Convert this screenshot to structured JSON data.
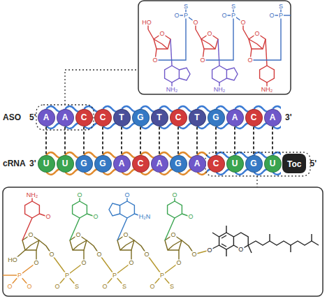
{
  "diagram": {
    "nodes": [
      {
        "text": [
          "A"
        ]
      },
      {
        "text": [
          "A"
        ]
      },
      {
        "text": [
          "C"
        ]
      },
      {
        "text": [
          "C"
        ]
      },
      {
        "text": [
          "T"
        ]
      },
      {
        "text": [
          "G"
        ]
      },
      {
        "text": [
          "T"
        ]
      },
      {
        "text": [
          "C"
        ]
      },
      {
        "text": [
          "T"
        ]
      },
      {
        "text": [
          "G"
        ]
      },
      {
        "text": [
          "A"
        ]
      },
      {
        "text": [
          "C"
        ]
      },
      {
        "text": [
          "A"
        ]
      },
      {
        "text": [
          "U"
        ]
      },
      {
        "text": [
          "U"
        ]
      },
      {
        "text": [
          "G"
        ]
      },
      {
        "text": [
          "G"
        ]
      },
      {
        "text": [
          "A"
        ]
      },
      {
        "text": [
          "C"
        ]
      },
      {
        "text": [
          "A"
        ]
      },
      {
        "text": [
          "G"
        ]
      },
      {
        "text": [
          "A"
        ]
      },
      {
        "text": [
          "C"
        ]
      },
      {
        "text": [
          "U"
        ]
      },
      {
        "text": [
          "G"
        ]
      },
      {
        "text": [
          "U"
        ]
      },
      {
        "text": [
          "Toc"
        ]
      }
    ],
    "edges": [
      {
        "from": 0,
        "to": 13,
        "arrow": "none"
      },
      {
        "from": 1,
        "to": 14,
        "arrow": "none"
      },
      {
        "from": 2,
        "to": 15,
        "arrow": "none"
      },
      {
        "from": 3,
        "to": 16,
        "arrow": "none"
      },
      {
        "from": 4,
        "to": 17,
        "arrow": "none"
      },
      {
        "from": 5,
        "to": 18,
        "arrow": "none"
      },
      {
        "from": 6,
        "to": 19,
        "arrow": "none"
      },
      {
        "from": 7,
        "to": 20,
        "arrow": "none"
      },
      {
        "from": 8,
        "to": 21,
        "arrow": "none"
      },
      {
        "from": 9,
        "to": 22,
        "arrow": "none"
      },
      {
        "from": 10,
        "to": 23,
        "arrow": "none"
      },
      {
        "from": 11,
        "to": 24,
        "arrow": "none"
      },
      {
        "from": 12,
        "to": 25,
        "arrow": "none"
      }
    ],
    "labels": [
      "ASO",
      "5'",
      "3'",
      "cRNA",
      "3'",
      "5'",
      "HO",
      "O",
      "O",
      "P",
      "S",
      "O",
      "NH₂",
      "O",
      "O",
      "O",
      "P",
      "S",
      "O",
      "NH₂",
      "O",
      "O",
      "O",
      "P",
      "S",
      "O",
      "NH₂",
      "NH₂",
      "O",
      "O",
      "O",
      "O",
      "P",
      "O",
      "O",
      "O",
      "O",
      "O",
      "O",
      "O",
      "P",
      "O",
      "S",
      "O",
      "H₂N",
      "O",
      "O",
      "O",
      "P",
      "O",
      "S",
      "O",
      "O",
      "O",
      "O",
      "O",
      "P",
      "O",
      "S",
      "HO",
      "O",
      "O"
    ]
  }
}
